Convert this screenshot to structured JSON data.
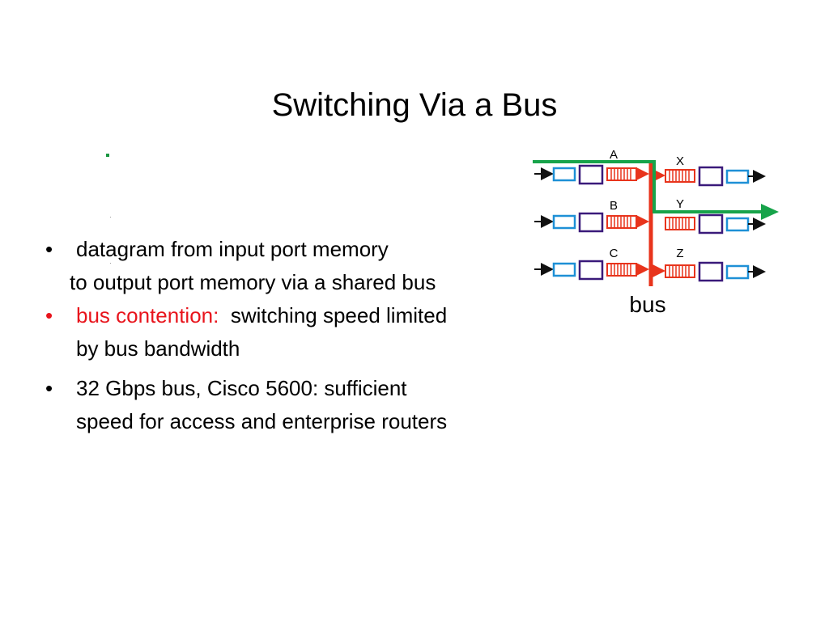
{
  "slide": {
    "title": "Switching Via a Bus"
  },
  "bullets": [
    {
      "lines": [
        "datagram from input port memory"
      ],
      "continuation": "to output port memory via a shared bus"
    },
    {
      "highlight": "bus contention:",
      "text": "switching speed limited",
      "line2": "by bus bandwidth"
    },
    {
      "line1": "32 Gbps bus, Cisco 5600: sufficient",
      "line2": "speed for access and enterprise routers"
    }
  ],
  "bullet_glyph": "•",
  "diagram": {
    "input_labels": [
      "A",
      "B",
      "C"
    ],
    "output_labels": [
      "X",
      "Y",
      "Z"
    ],
    "bus_label": "bus",
    "colors": {
      "bus": "#e8341c",
      "path": "#17a34a",
      "buffer": "#e8341c",
      "memory": "#3a1a7a",
      "port": "#1e90d6"
    }
  }
}
